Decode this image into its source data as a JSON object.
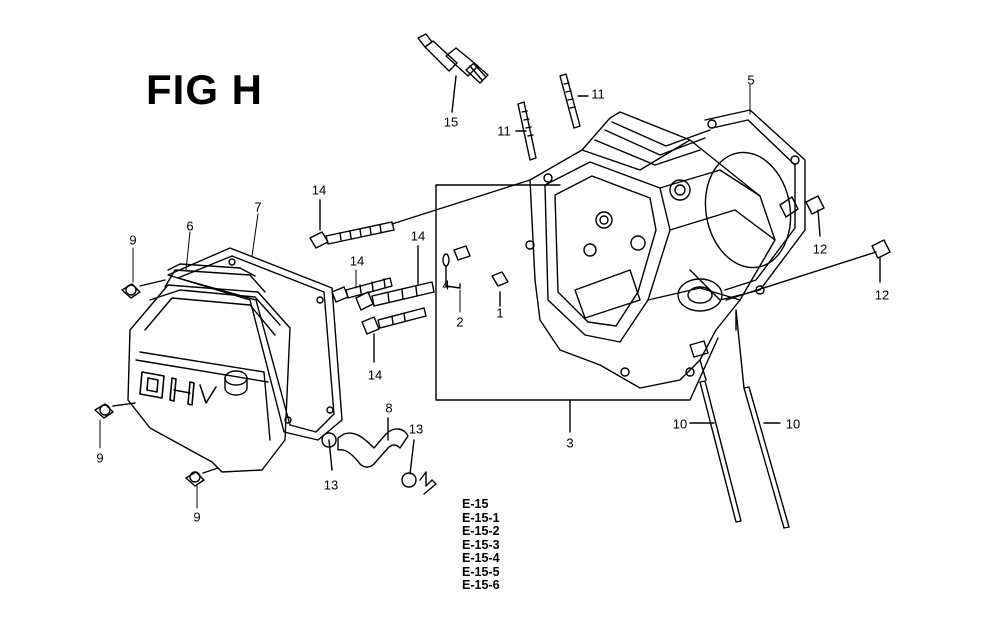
{
  "figure": {
    "title": "FIG H",
    "callouts": {
      "c1": "1",
      "c2": "2",
      "c3": "3",
      "c4": "4",
      "c5": "5",
      "c6": "6",
      "c7": "7",
      "c8": "8",
      "c9a": "9",
      "c9b": "9",
      "c9c": "9",
      "c10a": "10",
      "c10b": "10",
      "c11a": "11",
      "c11b": "11",
      "c12a": "12",
      "c12b": "12",
      "c13a": "13",
      "c13b": "13",
      "c14a": "14",
      "c14b": "14",
      "c14c": "14",
      "c14d": "14",
      "c15": "15"
    },
    "cover_lettering": "OHV",
    "references": [
      "E-15",
      "E-15-1",
      "E-15-2",
      "E-15-3",
      "E-15-4",
      "E-15-5",
      "E-15-6"
    ]
  }
}
